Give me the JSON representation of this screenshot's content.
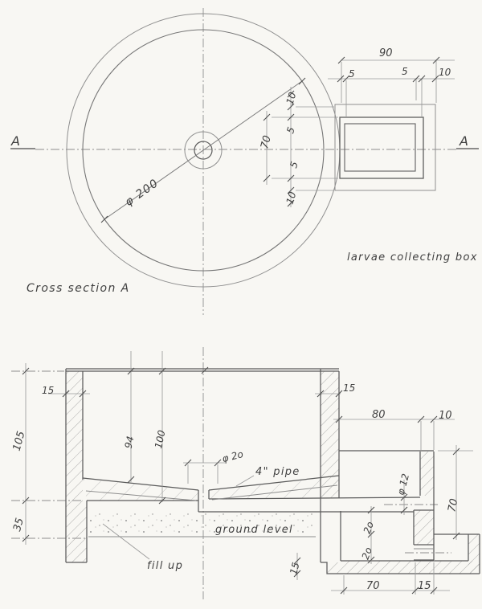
{
  "top_view": {
    "section_a_left": "A",
    "section_a_right": "A",
    "caption": "Cross section A",
    "diameter_label": "φ 200",
    "box_caption": "larvae collecting box",
    "dims": {
      "total_width": "90",
      "w_seg_5a": "5",
      "w_seg_5b": "5",
      "w_seg_10": "10",
      "v_seg_10_top": "10",
      "v_seg_5_top": "5",
      "v_mid_70": "70",
      "v_seg_5_bot": "5",
      "v_seg_10_bot": "10"
    }
  },
  "section_view": {
    "labels": {
      "pipe": "4\" pipe",
      "ground": "ground level",
      "fill": "fill up",
      "drain_diameter": "φ 2o",
      "outlet_diameter": "φ 12"
    },
    "dims": {
      "wall_left_15": "15",
      "height_105": "105",
      "inner_depth_94": "94",
      "inner_depth_100": "100",
      "base_35": "35",
      "wall_right_15": "15",
      "right_80": "80",
      "right_10": "10",
      "right_70": "70",
      "pit_20a": "2o",
      "pit_20b": "2o",
      "slab_15": "15",
      "bottom_70": "70",
      "bottom_15": "15"
    }
  }
}
